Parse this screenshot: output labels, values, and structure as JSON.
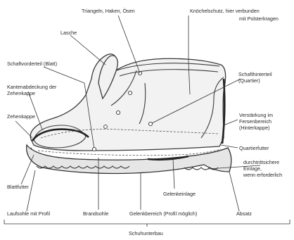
{
  "labels": {
    "triangeln": "Triangeln, Haken, Ösen",
    "knoechelschutz_1": "Knöchelschutz, hier verbunden",
    "knoechelschutz_2": "mit Polsterkragen",
    "lasche": "Lasche",
    "schaftvorderteil": "Schaftvorderteil (Blatt)",
    "kantenabdeckung_1": "Kantenabdeckung der",
    "kantenabdeckung_2": "Zehenkappe",
    "zehenkappe": "Zehenkappe",
    "schafthinterteil_1": "Schafthinterteil",
    "schafthinterteil_2": "(Quartier)",
    "verstaerkung_1": "Verstärkung im",
    "verstaerkung_2": "Fersenbereich",
    "verstaerkung_3": "(Hinterkappe)",
    "quartierfutter": "Quartierfutter",
    "durchtrittsichere_1": "durchtrittsichere",
    "durchtrittsichere_2": "Einlage,",
    "durchtrittsichere_3": "wenn erforderlich",
    "blattfutter": "Blattfutter",
    "gelenkeinlage": "Gelenkeinlage",
    "laufsohle": "Laufsohle mit Profil",
    "brandsohle": "Brandsohle",
    "gelenkbereich": "Gelenkbereich (Profil möglich)",
    "absatz": "Absatz",
    "schuhunterbau": "Schuhunterbau"
  }
}
